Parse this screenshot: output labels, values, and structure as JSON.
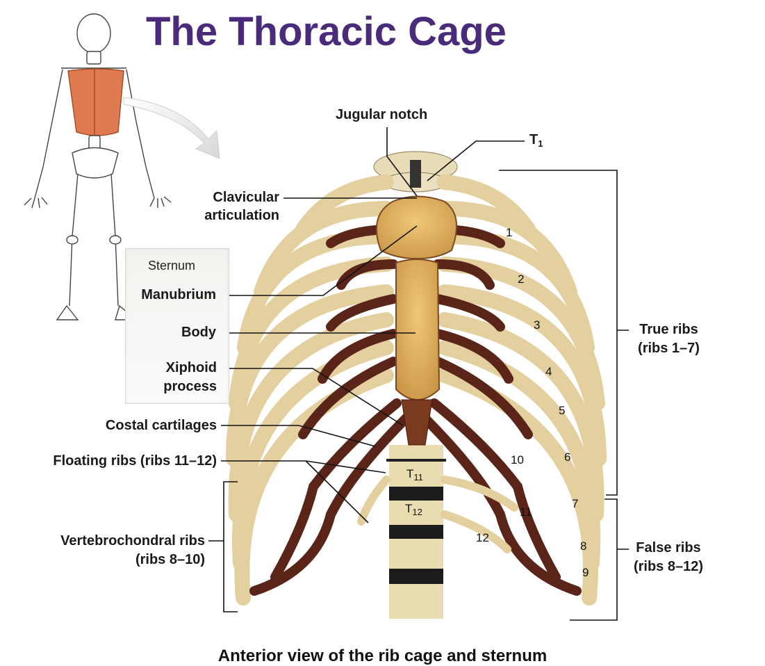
{
  "title": "The Thoracic Cage",
  "labels": {
    "jugular_notch": "Jugular notch",
    "t1": "T",
    "t1_sub": "1",
    "clavicular": "Clavicular",
    "articulation": "articulation",
    "sternum": "Sternum",
    "manubrium": "Manubrium",
    "body": "Body",
    "xiphoid_1": "Xiphoid",
    "xiphoid_2": "process",
    "costal_cartilages": "Costal cartilages",
    "floating_ribs": "Floating ribs (ribs 11–12)",
    "vertebro_1": "Vertebrochondral ribs",
    "vertebro_2": "(ribs 8–10)",
    "true_ribs_1": "True ribs",
    "true_ribs_2": "(ribs 1–7)",
    "false_ribs_1": "False ribs",
    "false_ribs_2": "(ribs 8–12)",
    "t11": "T",
    "t11_sub": "11",
    "t12": "T",
    "t12_sub": "12"
  },
  "rib_numbers": [
    "1",
    "2",
    "3",
    "4",
    "5",
    "6",
    "7",
    "8",
    "9",
    "10",
    "11",
    "12"
  ],
  "caption": "Anterior view of the rib cage and sternum",
  "colors": {
    "title": "#4a2a7a",
    "bone": "#e6d5a6",
    "cartilage": "#5a2418",
    "sternum": "#dcae5c",
    "skeleton_highlight": "#e07a50"
  }
}
